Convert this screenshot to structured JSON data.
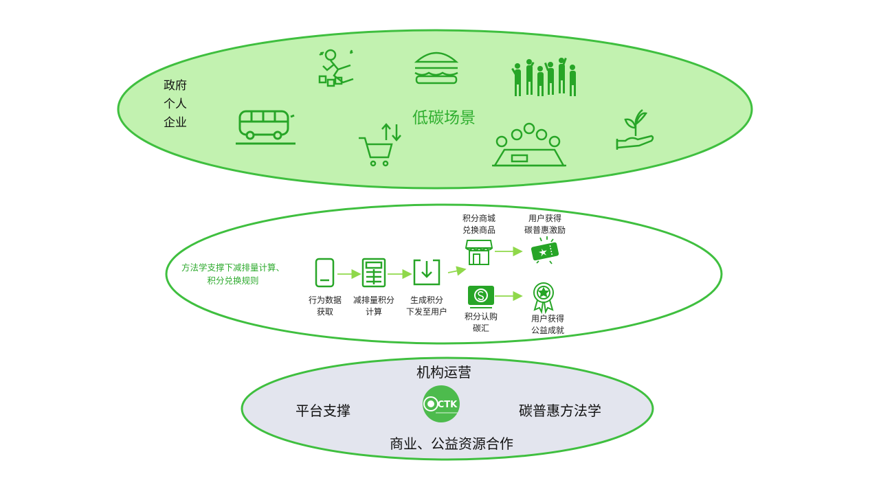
{
  "scene": {
    "title": "低碳场景",
    "actors": [
      "政府",
      "个人",
      "企业"
    ],
    "icons": [
      "bus-icon",
      "shopping-cart-icon",
      "exercise-icon",
      "burger-icon",
      "crowd-icon",
      "meeting-icon",
      "plant-hand-icon"
    ]
  },
  "process": {
    "method_lines": [
      "方法学支撑下减排量计算、",
      "积分兑换规则"
    ],
    "steps": [
      {
        "icon": "phone-icon",
        "lines": [
          "行为数据",
          "获取"
        ]
      },
      {
        "icon": "calculator-icon",
        "lines": [
          "减排量积分",
          "计算"
        ]
      },
      {
        "icon": "download-box-icon",
        "lines": [
          "生成积分",
          "下发至用户"
        ]
      }
    ],
    "upper_branch": [
      {
        "icon": "shop-icon",
        "lines": [
          "积分商城",
          "兑换商品"
        ]
      },
      {
        "icon": "ticket-icon",
        "lines": [
          "用户获得",
          "碳普惠激励"
        ]
      }
    ],
    "lower_branch": [
      {
        "icon": "carbon-credit-icon",
        "lines": [
          "积分认购",
          "碳汇"
        ]
      },
      {
        "icon": "award-medal-icon",
        "lines": [
          "用户获得",
          "公益成就"
        ]
      }
    ]
  },
  "operations": {
    "title": "机构运营",
    "left": "平台支撑",
    "right": "碳普惠方法学",
    "bottom": "商业、公益资源合作",
    "logo_text": "CTK"
  },
  "colors": {
    "green": "#3fbf3f",
    "dark_green": "#27a527",
    "light_green_fill": "#c2f2b0",
    "grey_fill": "#e3e5ee"
  }
}
